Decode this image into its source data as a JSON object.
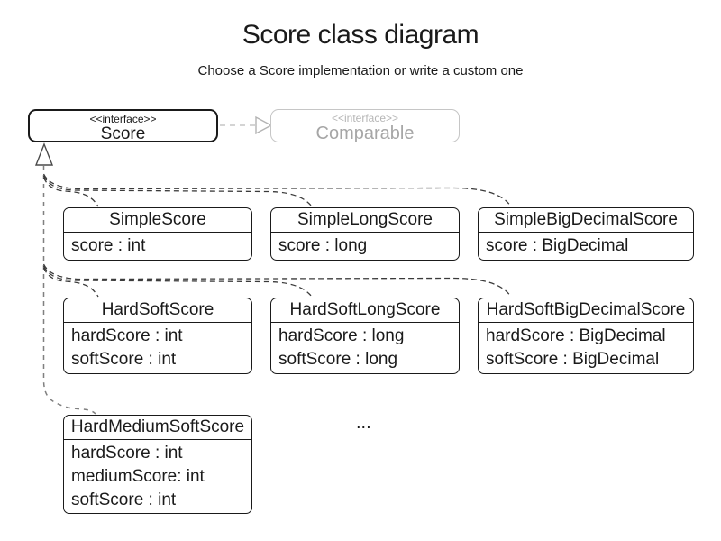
{
  "header": {
    "title": "Score class diagram",
    "subtitle": "Choose a Score implementation or write a custom one"
  },
  "interfaces": {
    "score": {
      "stereotype": "<<interface>>",
      "name": "Score"
    },
    "comparable": {
      "stereotype": "<<interface>>",
      "name": "Comparable"
    }
  },
  "classes": [
    {
      "name": "SimpleScore",
      "attributes": [
        "score : int"
      ]
    },
    {
      "name": "SimpleLongScore",
      "attributes": [
        "score : long"
      ]
    },
    {
      "name": "SimpleBigDecimalScore",
      "attributes": [
        "score : BigDecimal"
      ]
    },
    {
      "name": "HardSoftScore",
      "attributes": [
        "hardScore : int",
        "softScore : int"
      ]
    },
    {
      "name": "HardSoftLongScore",
      "attributes": [
        "hardScore : long",
        "softScore : long"
      ]
    },
    {
      "name": "HardSoftBigDecimalScore",
      "attributes": [
        "hardScore : BigDecimal",
        "softScore : BigDecimal"
      ]
    },
    {
      "name": "HardMediumSoftScore",
      "attributes": [
        "hardScore : int",
        "mediumScore: int",
        "softScore : int"
      ]
    }
  ],
  "ellipsis": "...",
  "relations": [
    {
      "from": "Score",
      "to": "Comparable",
      "type": "realization"
    },
    {
      "from": "SimpleScore",
      "to": "Score",
      "type": "realization"
    },
    {
      "from": "SimpleLongScore",
      "to": "Score",
      "type": "realization"
    },
    {
      "from": "SimpleBigDecimalScore",
      "to": "Score",
      "type": "realization"
    },
    {
      "from": "HardSoftScore",
      "to": "Score",
      "type": "realization"
    },
    {
      "from": "HardSoftLongScore",
      "to": "Score",
      "type": "realization"
    },
    {
      "from": "HardSoftBigDecimalScore",
      "to": "Score",
      "type": "realization"
    },
    {
      "from": "HardMediumSoftScore",
      "to": "Score",
      "type": "realization"
    }
  ],
  "colors": {
    "text": "#1a1a1a",
    "box_border": "#1a1a1a",
    "muted_gray": "#a6a6a6",
    "muted_border": "#c6c6c6",
    "connector_dark": "#3a3a3a",
    "connector_gray": "#808080",
    "background": "#ffffff"
  }
}
